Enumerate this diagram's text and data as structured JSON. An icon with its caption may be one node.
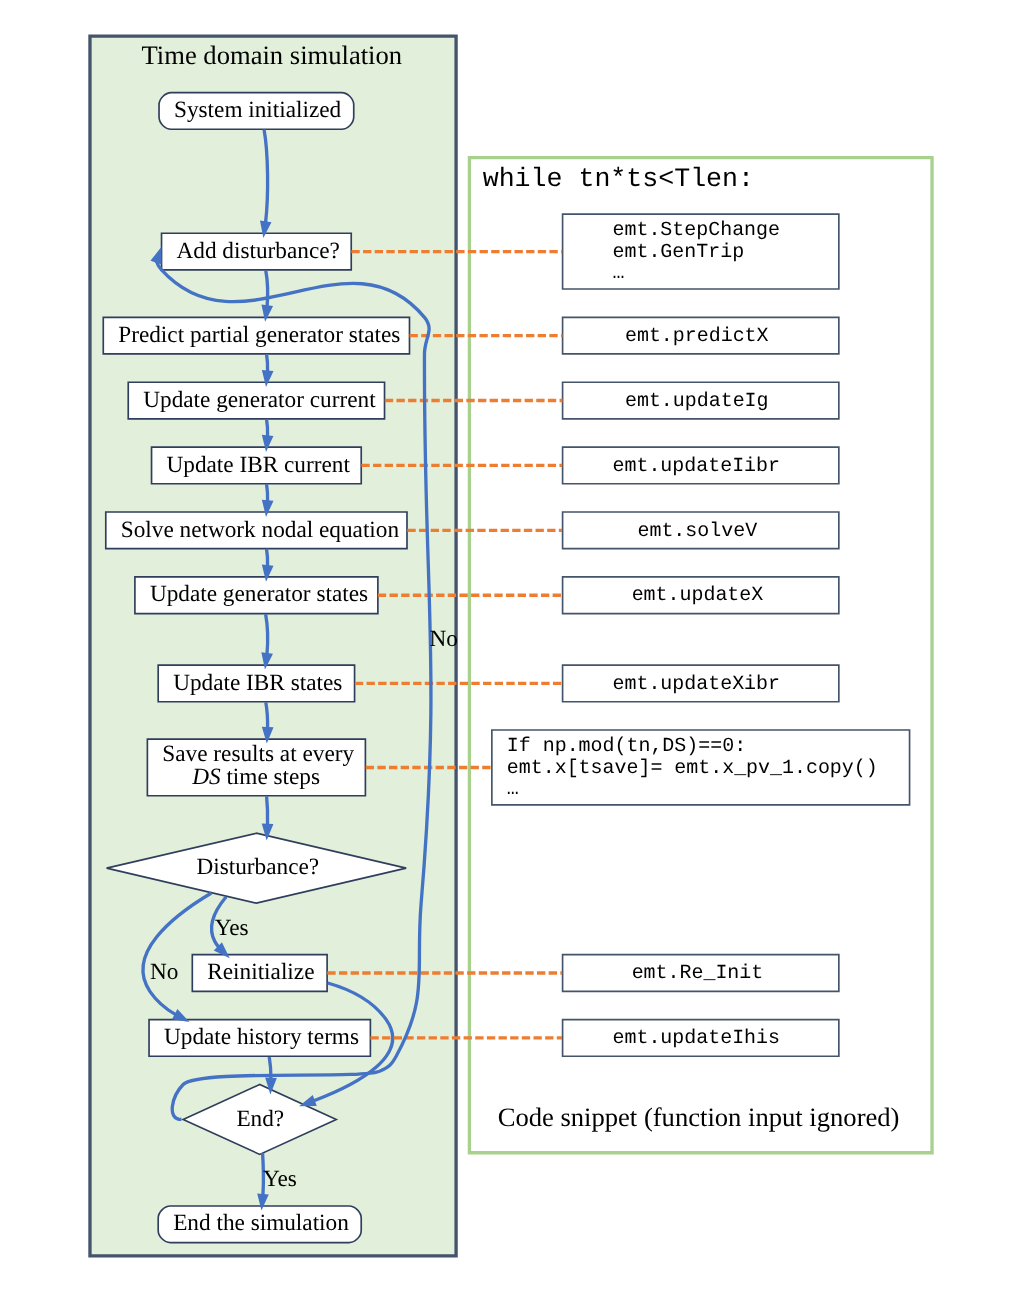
{
  "diagram": {
    "nodes": [
      {
        "text": [
          "Time domain simulation"
        ]
      },
      {
        "text": [
          "System initialized"
        ],
        "in": 0
      },
      {
        "text": [
          "Add disturbance?"
        ],
        "in": 0
      },
      {
        "text": [
          "Predict partial generator states"
        ],
        "in": 0
      },
      {
        "text": [
          "Update generator current"
        ],
        "in": 0
      },
      {
        "text": [
          "Update IBR current"
        ],
        "in": 0
      },
      {
        "text": [
          "Solve network nodal equation"
        ],
        "in": 0
      },
      {
        "text": [
          "Update generator states"
        ],
        "in": 0
      },
      {
        "text": [
          "Update IBR states"
        ],
        "in": 0
      },
      {
        "text": [
          "Save results at every *DS* time steps"
        ],
        "in": 0
      },
      {
        "text": [
          "Disturbance?"
        ],
        "in": 0
      },
      {
        "text": [
          "Reinitialize"
        ],
        "in": 0
      },
      {
        "text": [
          "Update history terms"
        ],
        "in": 0
      },
      {
        "text": [
          "End?"
        ],
        "in": 0
      },
      {
        "text": [
          "End the simulation"
        ],
        "in": 0
      },
      {
        "text": [
          "while tn*ts<Tlen:"
        ]
      },
      {
        "text": [
          "emt.StepChange",
          "emt.GenTrip",
          "…"
        ],
        "in": 15
      },
      {
        "text": [
          "emt.predictX"
        ],
        "in": 15
      },
      {
        "text": [
          "emt.updateIg"
        ],
        "in": 15
      },
      {
        "text": [
          "emt.updateIibr"
        ],
        "in": 15
      },
      {
        "text": [
          "emt.solveV"
        ],
        "in": 15
      },
      {
        "text": [
          "emt.updateX"
        ],
        "in": 15
      },
      {
        "text": [
          "emt.updateXibr"
        ],
        "in": 15
      },
      {
        "text": [
          "If np.mod(tn,DS)==0:",
          "emt.x[tsave]= emt.x_pv_1.copy()",
          "…"
        ],
        "in": 15
      },
      {
        "text": [
          "emt.Re_Init"
        ],
        "in": 15
      },
      {
        "text": [
          "emt.updateIhis"
        ],
        "in": 15
      }
    ],
    "edges": [
      {
        "from": 1,
        "to": 2,
        "arrow": "to"
      },
      {
        "from": 2,
        "to": 3,
        "arrow": "to"
      },
      {
        "from": 3,
        "to": 4,
        "arrow": "to"
      },
      {
        "from": 4,
        "to": 5,
        "arrow": "to"
      },
      {
        "from": 5,
        "to": 6,
        "arrow": "to"
      },
      {
        "from": 6,
        "to": 7,
        "arrow": "to"
      },
      {
        "from": 7,
        "to": 8,
        "arrow": "to"
      },
      {
        "from": 8,
        "to": 9,
        "arrow": "to"
      },
      {
        "from": 9,
        "to": 10,
        "arrow": "to"
      },
      {
        "from": 10,
        "to": 11,
        "arrow": "to",
        "label": "Yes"
      },
      {
        "from": 10,
        "to": 12,
        "arrow": "to",
        "label": "No"
      },
      {
        "from": 11,
        "to": 13,
        "arrow": "to"
      },
      {
        "from": 12,
        "to": 13,
        "arrow": "to"
      },
      {
        "from": 13,
        "to": 14,
        "arrow": "to",
        "label": "Yes"
      },
      {
        "from": 13,
        "to": 2,
        "arrow": "to",
        "label": "No"
      },
      {
        "from": 2,
        "to": 16,
        "arrow": "none",
        "style": "dashed",
        "color": "#ed7d31"
      },
      {
        "from": 3,
        "to": 17,
        "arrow": "none",
        "style": "dashed",
        "color": "#ed7d31"
      },
      {
        "from": 4,
        "to": 18,
        "arrow": "none",
        "style": "dashed",
        "color": "#ed7d31"
      },
      {
        "from": 5,
        "to": 19,
        "arrow": "none",
        "style": "dashed",
        "color": "#ed7d31"
      },
      {
        "from": 6,
        "to": 20,
        "arrow": "none",
        "style": "dashed",
        "color": "#ed7d31"
      },
      {
        "from": 7,
        "to": 21,
        "arrow": "none",
        "style": "dashed",
        "color": "#ed7d31"
      },
      {
        "from": 8,
        "to": 22,
        "arrow": "none",
        "style": "dashed",
        "color": "#ed7d31"
      },
      {
        "from": 9,
        "to": 23,
        "arrow": "none",
        "style": "dashed",
        "color": "#ed7d31"
      },
      {
        "from": 11,
        "to": 24,
        "arrow": "none",
        "style": "dashed",
        "color": "#ed7d31"
      },
      {
        "from": 12,
        "to": 25,
        "arrow": "none",
        "style": "dashed",
        "color": "#ed7d31"
      }
    ],
    "labels": [
      "Code snippet (function input ignored)"
    ]
  }
}
